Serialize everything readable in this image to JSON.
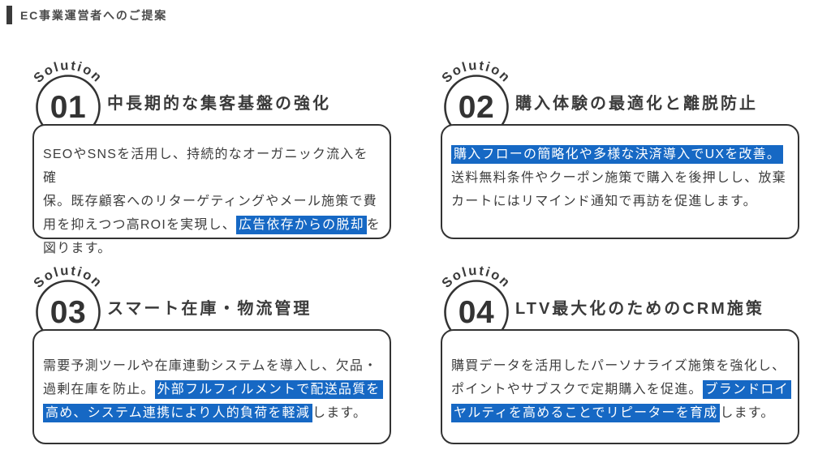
{
  "theme": {
    "accent_color": "#1668c4",
    "ink_color": "#333333"
  },
  "header": {
    "title": "EC事業運営者へのご提案"
  },
  "cards": [
    {
      "badge_label": "Solution",
      "number": "01",
      "title": "中長期的な集客基盤の強化",
      "body": [
        {
          "text": "SEOやSNSを活用し、持続的なオーガニック流入を確\n保。既存顧客へのリターゲティングやメール施策で費\n用を抑えつつ高ROIを実現し、",
          "highlight": false
        },
        {
          "text": "広告依存からの脱却",
          "highlight": true
        },
        {
          "text": "を\n図ります。",
          "highlight": false
        }
      ]
    },
    {
      "badge_label": "Solution",
      "number": "02",
      "title": "購入体験の最適化と離脱防止",
      "body": [
        {
          "text": "購入フローの簡略化や多様な決済導入でUXを改善。",
          "highlight": true
        },
        {
          "text": "\n送料無料条件やクーポン施策で購入を後押しし、放棄\nカートにはリマインド通知で再訪を促進します。",
          "highlight": false
        }
      ]
    },
    {
      "badge_label": "Solution",
      "number": "03",
      "title": "スマート在庫・物流管理",
      "body": [
        {
          "text": "需要予測ツールや在庫連動システムを導入し、欠品・\n過剰在庫を防止。",
          "highlight": false
        },
        {
          "text": "外部フルフィルメントで配送品質を\n高め、システム連携により人的負荷を軽減",
          "highlight": true
        },
        {
          "text": "します。",
          "highlight": false
        }
      ]
    },
    {
      "badge_label": "Solution",
      "number": "04",
      "title": "LTV最大化のためのCRM施策",
      "body": [
        {
          "text": "購買データを活用したパーソナライズ施策を強化し、\nポイントやサブスクで定期購入を促進。",
          "highlight": false
        },
        {
          "text": "ブランドロイ\nヤルティを高めることでリピーターを育成",
          "highlight": true
        },
        {
          "text": "します。",
          "highlight": false
        }
      ]
    }
  ]
}
